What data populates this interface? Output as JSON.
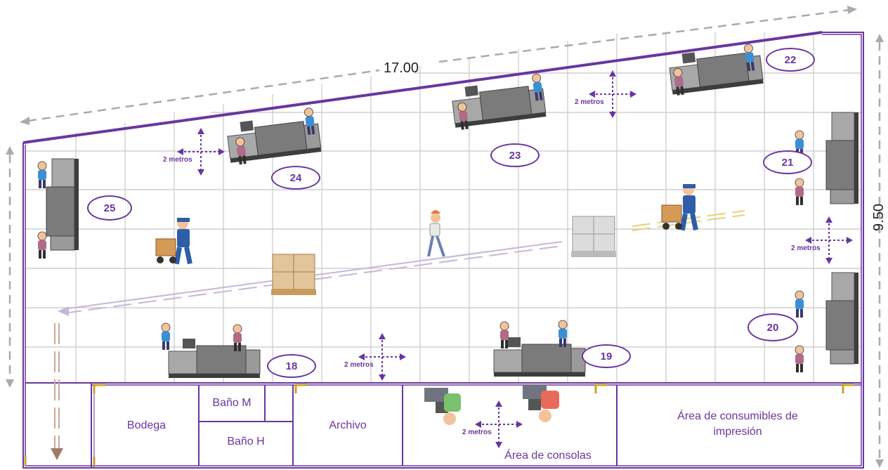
{
  "dimensions": {
    "width_label": "17.00",
    "height_label": "9.50"
  },
  "stations": [
    "18",
    "19",
    "20",
    "21",
    "22",
    "23",
    "24",
    "25"
  ],
  "spacing_label": "2 metros",
  "rooms": {
    "bodega": "Bodega",
    "bano_m": "Baño M",
    "bano_h": "Baño H",
    "archivo": "Archivo",
    "consolas": "Área de consolas",
    "consumibles": "Área de consumibles de impresión"
  },
  "colors": {
    "accent": "#6a35a0",
    "grid": "#c8c8c8",
    "arrow": "#aaaaaa",
    "wall": "#6a35a0"
  }
}
